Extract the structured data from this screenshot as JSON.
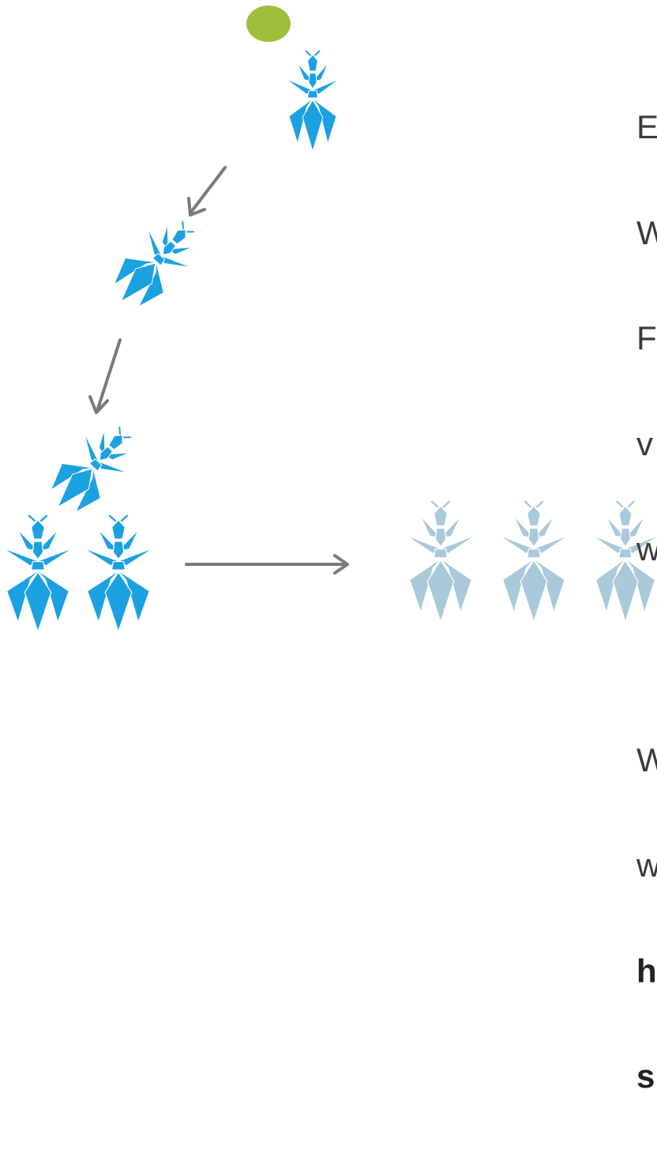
{
  "colors": {
    "ant": "#1ba1e2",
    "ant_faded": "#a9c9da",
    "food": "#9fbf3b",
    "arrow": "#7a7a7a",
    "text": "#3a3a3a"
  },
  "food": {
    "icon": "food-dot"
  },
  "ant_icon": "ant-icon",
  "text": {
    "paragraph1": [
      "E",
      "W",
      "F",
      "v",
      "w"
    ],
    "paragraph2_regular": [
      "W",
      "w"
    ],
    "paragraph2_bold": [
      "h",
      "s"
    ]
  }
}
